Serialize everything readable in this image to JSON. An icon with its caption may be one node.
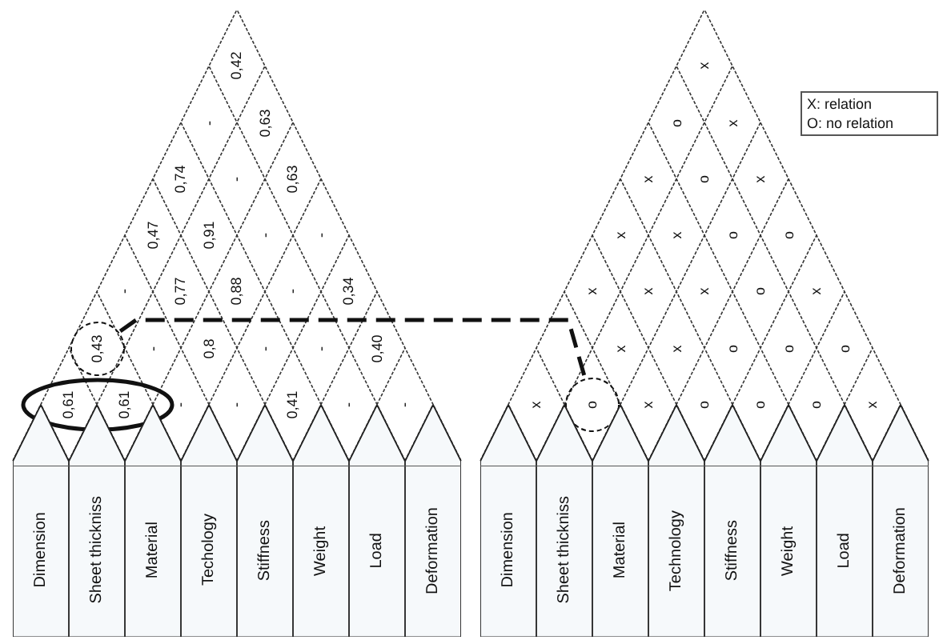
{
  "diagram": {
    "nodes": [
      {
        "text": [
          "0,43"
        ]
      },
      {
        "text": [
          "0,61",
          "0,61"
        ]
      },
      {
        "text": [
          "Dimension"
        ]
      },
      {
        "text": [
          "Sheet thickniss"
        ]
      },
      {
        "text": [
          "Material"
        ]
      },
      {
        "text": [
          "Techology"
        ]
      },
      {
        "text": [
          "Stiffness"
        ]
      },
      {
        "text": [
          "Weight"
        ]
      },
      {
        "text": [
          "Load"
        ]
      },
      {
        "text": [
          "Deformation"
        ]
      },
      {
        "text": [
          "o"
        ]
      },
      {
        "text": [
          "Dimension"
        ]
      },
      {
        "text": [
          "Sheet thickniss"
        ]
      },
      {
        "text": [
          "Material"
        ]
      },
      {
        "text": [
          "Technology"
        ]
      },
      {
        "text": [
          "Stiffness"
        ]
      },
      {
        "text": [
          "Weight"
        ]
      },
      {
        "text": [
          "Load"
        ]
      },
      {
        "text": [
          "Deformation"
        ]
      }
    ],
    "edges": [
      {
        "from": 0,
        "to": 10,
        "arrow": "none",
        "style": "dashed"
      }
    ],
    "labels": [
      "0,42",
      "-",
      "0,63",
      "0,74",
      "-",
      "0,63",
      "0,47",
      "0,91",
      "-",
      "-",
      "-",
      "0,77",
      "0,88",
      "-",
      "0,34",
      "-",
      "0,8",
      "-",
      "-",
      "0,40",
      "-",
      "-",
      "0,41",
      "-",
      "-",
      "x",
      "o",
      "x",
      "x",
      "o",
      "x",
      "x",
      "x",
      "o",
      "o",
      "x",
      "x",
      "x",
      "o",
      "x",
      "x",
      "x",
      "o",
      "o",
      "o",
      "x",
      "x",
      "o",
      "o",
      "o",
      "x"
    ],
    "legend": [
      {
        "text": "X: relation"
      },
      {
        "text": "O: no relation"
      }
    ]
  }
}
